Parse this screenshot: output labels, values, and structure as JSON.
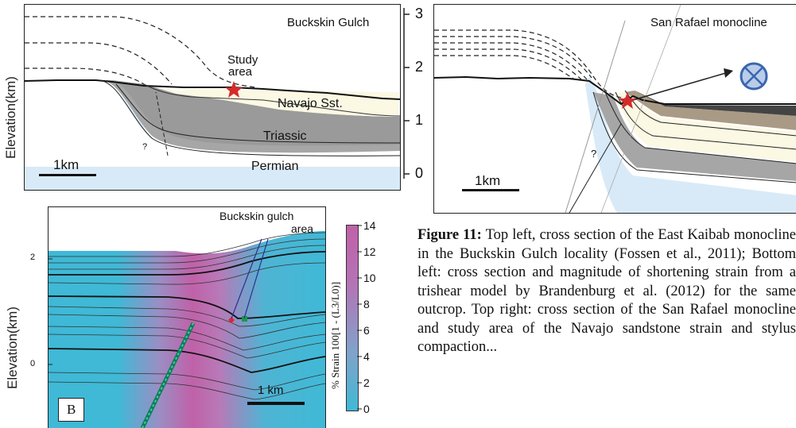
{
  "top_left": {
    "title": "Buckskin Gulch",
    "study_label_1": "Study",
    "study_label_2": "area",
    "layer_1": "Navajo Sst.",
    "layer_2": "Triassic",
    "layer_3": "Permian",
    "scale": "1km",
    "fault_q": "?",
    "ylabel": "Elevation(km)"
  },
  "top_right": {
    "title": "San Rafael monocline",
    "scale": "1km",
    "fault_q": "?"
  },
  "shared_axis": {
    "ticks": [
      "3",
      "2",
      "1",
      "0"
    ]
  },
  "bottom": {
    "ylabel": "Elevation(km)",
    "ticks": [
      "2",
      "0"
    ],
    "area_label_1": "Buckskin gulch",
    "area_label_2": "area",
    "panel_letter": "B",
    "scale": "1 km",
    "colorbar": {
      "label": "% Strain 100[1 - (L3/L0)]",
      "ticks": [
        "14",
        "12",
        "10",
        "8",
        "6",
        "4",
        "2",
        "0"
      ]
    }
  },
  "caption": {
    "figure": "Figure 11:",
    "text": " Top left, cross section of the East Kaibab monocline in the Buckskin Gulch locality (Fossen et al., 2011); Bottom left: cross section and magnitude of shortening strain from a trishear model by Brandenburg et al. (2012) for the same outcrop. Top right: cross section of the San Rafael monocline and study area of the Navajo sandstone strain and stylus compaction..."
  },
  "chart_data": [
    {
      "type": "other",
      "title": "Buckskin Gulch",
      "ylabel": "Elevation(km)",
      "ylim": [
        0,
        3
      ]
    },
    {
      "type": "other",
      "title": "San Rafael monocline",
      "ylim": [
        0,
        3
      ]
    },
    {
      "type": "heatmap",
      "ylabel": "Elevation(km)",
      "colorbar_range": [
        0,
        14
      ],
      "colorbar_ticks": [
        0,
        2,
        4,
        6,
        8,
        10,
        12,
        14
      ]
    }
  ]
}
